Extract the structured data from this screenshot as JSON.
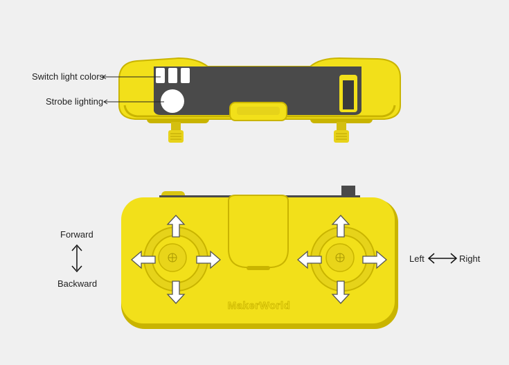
{
  "annotations": {
    "switch_light_colors": "Switch light colors",
    "strobe_lighting": "Strobe lighting",
    "forward": "Forward",
    "backward": "Backward",
    "left": "Left",
    "right": "Right"
  },
  "branding": {
    "logo_text": "MakerWorld"
  },
  "colors": {
    "body_yellow": "#f2e01a",
    "body_shadow": "#c9b400",
    "panel_dark": "#4a4a4a",
    "background": "#f0f0f0",
    "arrow_fill": "#ffffff"
  },
  "icons": [
    "up-arrow-icon",
    "down-arrow-icon",
    "left-arrow-icon",
    "right-arrow-icon",
    "vertical-double-arrow-icon",
    "horizontal-double-arrow-icon"
  ]
}
